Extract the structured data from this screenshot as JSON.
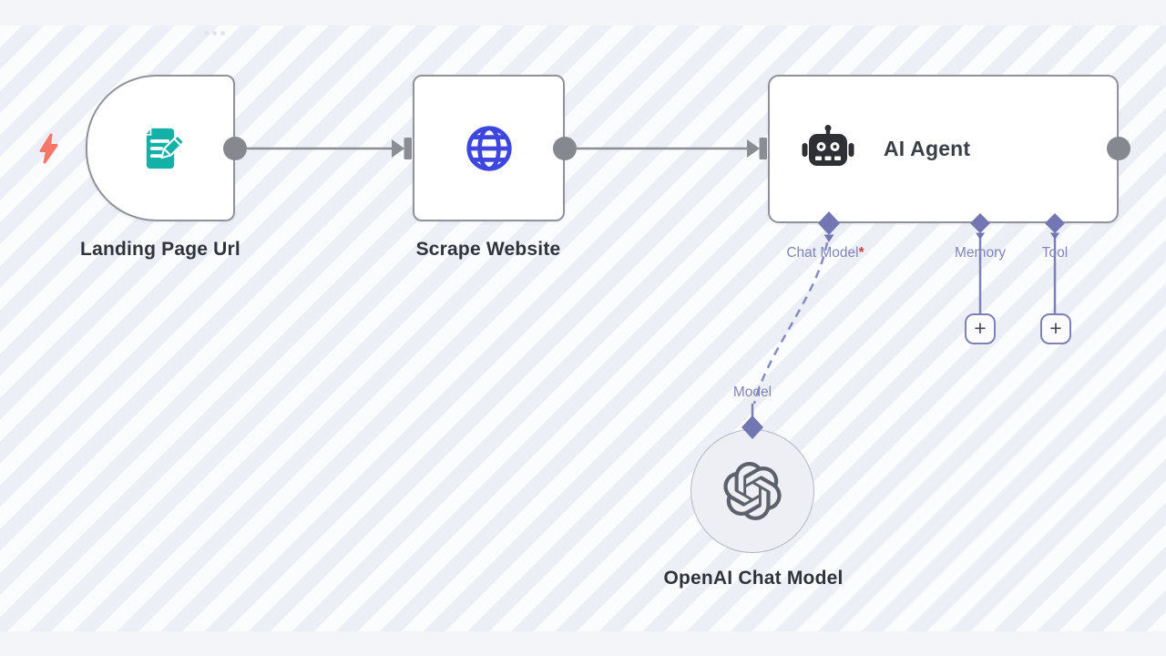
{
  "nodes": {
    "landing": {
      "label": "Landing Page Url",
      "icon": "document-edit-icon"
    },
    "scrape": {
      "label": "Scrape Website",
      "icon": "globe-icon"
    },
    "agent": {
      "label": "AI Agent",
      "icon": "robot-icon"
    },
    "openai": {
      "label": "OpenAI Chat Model",
      "icon": "openai-logo-icon"
    }
  },
  "agent_ports": {
    "chat_model": {
      "label": "Chat Model",
      "required_marker": "*"
    },
    "memory": {
      "label": "Memory"
    },
    "tool": {
      "label": "Tool"
    }
  },
  "openai_port": {
    "label": "Model"
  },
  "add_button": {
    "label": "+"
  },
  "icons": {
    "trigger": "lightning-bolt-icon",
    "node_menu": "ellipsis-icon",
    "add": "plus-icon"
  },
  "colors": {
    "canvas_stripe_light": "#fbfcfe",
    "canvas_stripe_dark": "#edeff6",
    "canvas_band": "#f4f5f9",
    "node_border": "#8f9298",
    "connection_gray": "#8a8d93",
    "port_purple": "#7276b2",
    "port_line_purple": "#7d81b3",
    "dashed_purple": "#868bc0",
    "label_purple": "#8084b6",
    "required_red": "#d23c43",
    "trigger_orange": "#f87668",
    "form_teal": "#14b1a8",
    "globe_blue": "#3d46e0",
    "robot_dark": "#2e3036",
    "openai_gray": "#5d616b",
    "text_dark": "#2f333b"
  }
}
